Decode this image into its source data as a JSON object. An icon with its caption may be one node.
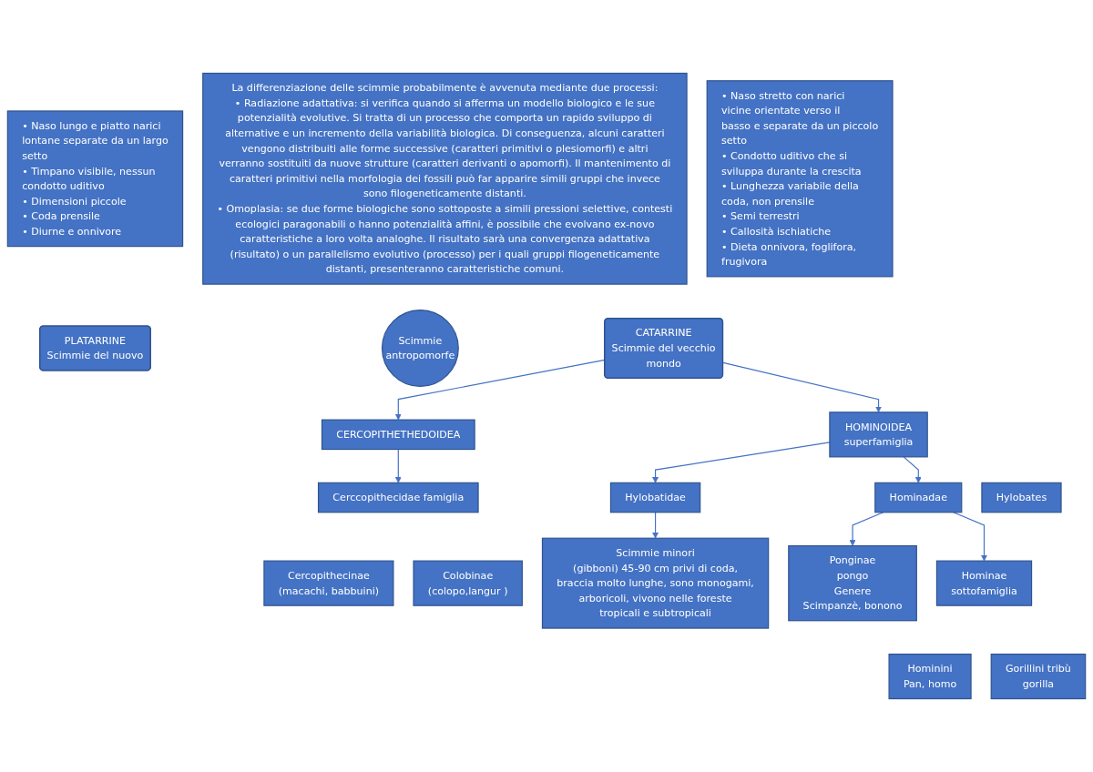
{
  "diagram": {
    "nodes": [
      {
        "text": [
          "La differenziazione delle scimmie probabilmente è avvenuta mediante due processi:",
          "• Radiazione adattativa: si verifica quando si afferma un modello biologico e le sue potenzialità evolutive. Si tratta di un processo che comporta un rapido sviluppo di alternative e un incremento della variabilità biologica. Di conseguenza, alcuni caratteri vengono distribuiti alle forme successive (caratteri primitivi o plesiomorfi) e altri verranno sostituiti da nuove strutture (caratteri derivanti o apomorfi). Il mantenimento di caratteri primitivi nella morfologia dei fossili può far apparire simili gruppi che invece sono filogeneticamente distanti.",
          "• Omoplasia: se due forme biologiche sono sottoposte a simili pressioni selettive, contesti ecologici paragonabili o hanno potenzialità affini, è possibile che evolvano ex-novo caratteristiche a loro volta analoghe. Il risultato sarà una convergenza adattativa (risultato) o un parallelismo evolutivo (processo) per i quali gruppi filogeneticamente distanti, presenteranno caratteristiche comuni."
        ]
      },
      {
        "text": [
          "• Naso lungo e piatto narici lontane separate da un largo setto",
          "• Timpano visibile, nessun condotto uditivo",
          "• Dimensioni piccole",
          "• Coda prensile",
          "• Diurne e onnivore"
        ]
      },
      {
        "text": [
          "PLATARRINE",
          "Scimmie del nuovo"
        ]
      },
      {
        "text": [
          "Scimmie antropomorfe"
        ]
      },
      {
        "text": [
          "CATARRINE",
          "Scimmie del vecchio mondo"
        ]
      },
      {
        "text": [
          "• Naso stretto con narici vicine orientate verso il basso e separate da un piccolo setto",
          "• Condotto uditivo che si sviluppa durante la crescita",
          "• Lunghezza variabile della coda, non prensile",
          "• Semi terrestri",
          "• Callosità ischiatiche",
          "• Dieta onnivora, foglifora, frugivora"
        ]
      },
      {
        "text": [
          "CERCOPITHETHEDOIDEA"
        ]
      },
      {
        "text": [
          "HOMINOIDEA",
          "superfamiglia"
        ]
      },
      {
        "text": [
          "Hylobatidae"
        ]
      },
      {
        "text": [
          "Hominadae"
        ]
      },
      {
        "text": [
          "Cerccopithecidae famiglia"
        ]
      },
      {
        "text": [
          "Hylobates"
        ]
      },
      {
        "text": [
          "Ponginae",
          "pongo",
          "Genere",
          "Scimpanzè, bonono"
        ]
      },
      {
        "text": [
          "Hominae",
          "sottofamiglia"
        ]
      },
      {
        "text": [
          "Cercopithecinae",
          "(macachi, babbuini)"
        ]
      },
      {
        "text": [
          "Colobinae",
          "(colopo,langur )"
        ]
      },
      {
        "text": [
          "Scimmie minori",
          "(gibboni) 45-90 cm privi di coda, braccia molto lunghe, sono monogami, arboricoli, vivono nelle foreste tropicali e subtropicali"
        ]
      },
      {
        "text": [
          "Hominini",
          "Pan, homo"
        ]
      },
      {
        "text": [
          "Gorillini tribù",
          "gorilla"
        ]
      }
    ],
    "edges": [
      {
        "from": 4,
        "to": 6,
        "arrow": "to"
      },
      {
        "from": 4,
        "to": 7,
        "arrow": "to"
      },
      {
        "from": 6,
        "to": 10,
        "arrow": "to"
      },
      {
        "from": 7,
        "to": 8,
        "arrow": "to"
      },
      {
        "from": 7,
        "to": 9,
        "arrow": "to"
      },
      {
        "from": 8,
        "to": 16,
        "arrow": "to"
      },
      {
        "from": 9,
        "to": 12,
        "arrow": "to"
      },
      {
        "from": 9,
        "to": 13,
        "arrow": "to"
      }
    ]
  }
}
